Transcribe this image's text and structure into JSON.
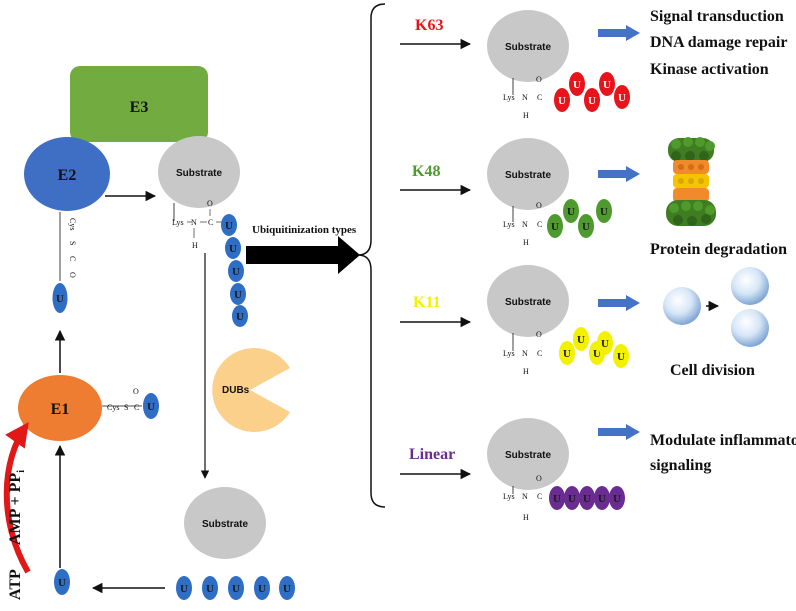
{
  "enzymes": {
    "e1": "E1",
    "e2": "E2",
    "e3": "E3",
    "dubs": "DUBs"
  },
  "substrate_label": "Substrate",
  "ubiquitin_letter": "U",
  "chem": {
    "lys": "Lys",
    "n": "N",
    "c": "C",
    "h": "H",
    "o": "O",
    "cys": "Cys",
    "s": "S"
  },
  "energy": {
    "atp": "ATP",
    "amp": "AMP + PP",
    "amp_sub": "i"
  },
  "types_caption": "Ubiquitinization types",
  "types": [
    {
      "label": "K63",
      "color": "#e8141b",
      "outcomes": [
        "Signal transduction",
        "DNA damage repair",
        "Kinase activation"
      ]
    },
    {
      "label": "K48",
      "color": "#4e9a2e",
      "outcomes": [
        "Protein degradation"
      ]
    },
    {
      "label": "K11",
      "color": "#f2f200",
      "outcomes": [
        "Cell division"
      ]
    },
    {
      "label": "Linear",
      "color": "#6a2c91",
      "outcomes": [
        "Modulate inflammatory",
        "signaling"
      ]
    }
  ],
  "colors": {
    "ubiquitin_blue": "#2e6ec4",
    "e1_orange": "#ee7d31",
    "e2_blue": "#3f6fc4",
    "e3_green": "#72ab3f",
    "substrate_grey": "#c8c8c8",
    "dubs_yellow": "#fbd08a",
    "arrow_red": "#e01818",
    "outcome_arrow": "#4472c4"
  }
}
